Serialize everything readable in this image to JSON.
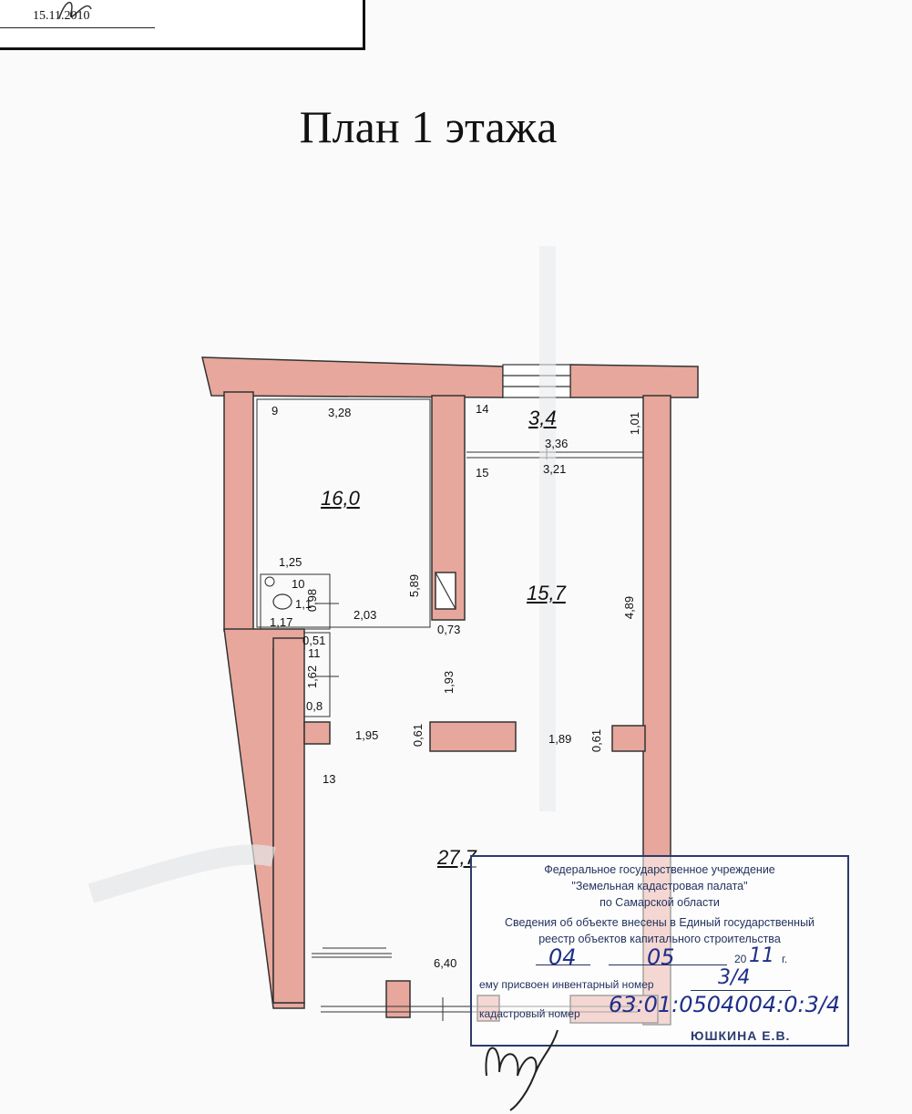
{
  "header": {
    "date": "15.11.2010"
  },
  "title": "План 1 этажа",
  "rooms": {
    "r9": {
      "number": "9",
      "area": "16,0"
    },
    "r10": {
      "number": "10"
    },
    "r11": {
      "number": "11"
    },
    "r13": {
      "number": "13",
      "area": "27,7"
    },
    "r14": {
      "number": "14",
      "area": "3,4"
    },
    "r15": {
      "number": "15",
      "area": "15,7"
    }
  },
  "dimensions": {
    "d_328": "3,28",
    "d_125": "1,25",
    "d_098": "0,98",
    "d_11": "1,1",
    "d_117": "1,17",
    "d_203": "2,03",
    "d_589": "5,89",
    "d_073": "0,73",
    "d_051": "0,51",
    "d_162": "1,62",
    "d_08": "0,8",
    "d_193": "1,93",
    "d_195": "1,95",
    "d_061a": "0,61",
    "d_189": "1,89",
    "d_061b": "0,61",
    "d_336": "3,36",
    "d_321": "3,21",
    "d_101": "1,01",
    "d_489": "4,89",
    "d_640": "6,40"
  },
  "stamp": {
    "line1": "Федеральное государственное учреждение",
    "line2": "\"Земельная кадастровая палата\"",
    "line3": "по Самарской области",
    "line4": "Сведения об объекте внесены в Единый государственный",
    "line5": "реестр объектов капитального строительства",
    "date_day": "04",
    "date_month": "05",
    "date_year_prefix": "20",
    "date_year_suffix": "11",
    "date_g": "г.",
    "inv_label": "ему присвоен инвентарный номер",
    "inv_value": "3/4",
    "cad_label": "кадастровый номер",
    "cad_value": "63:01:0504004:0:3/4",
    "name": "ЮШКИНА Е.В."
  },
  "colors": {
    "wall_fill": "#e7a79c",
    "wall_stroke": "#333333",
    "stamp_ink": "#2a3b6e",
    "pen_ink": "#1f2f8a"
  }
}
